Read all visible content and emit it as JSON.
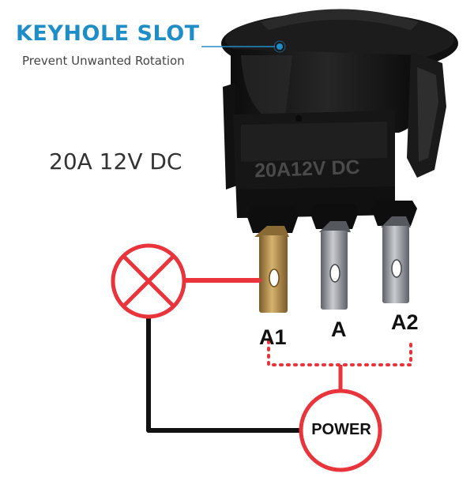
{
  "callout": {
    "title": "KEYHOLE SLOT",
    "subtitle": "Prevent Unwanted Rotation"
  },
  "rating_text": "20A 12V DC",
  "switch": {
    "body_marking": "20A12V DC"
  },
  "terminals": [
    {
      "label": "A1"
    },
    {
      "label": "A"
    },
    {
      "label": "A2"
    }
  ],
  "power": {
    "label": "POWER"
  },
  "lamp": {
    "symbol": "lamp-cross"
  },
  "colors": {
    "accent": "#1f8dc8",
    "wire_red": "#e8343a",
    "wire_black": "#111111",
    "switch_body": "#151515",
    "brass": "#b08a4a",
    "steel": "#8c8f94"
  }
}
